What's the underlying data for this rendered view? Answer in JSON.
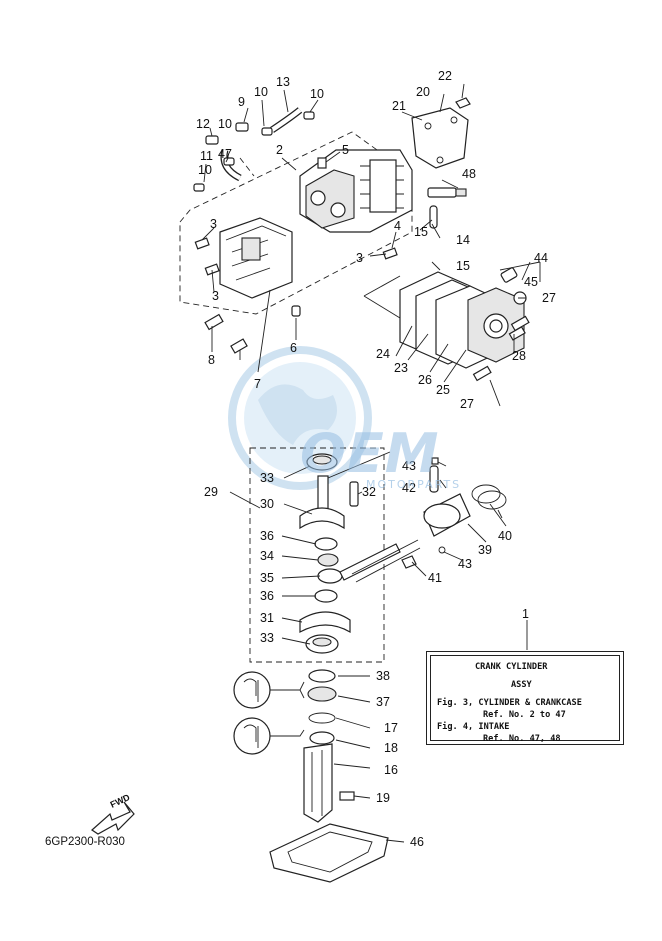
{
  "diagram": {
    "code": "6GP2300-R030",
    "fwd_label": "FWD",
    "watermark": {
      "main": "OEM",
      "sub": "MOTORPARTS"
    },
    "legend": {
      "ref_number": "1",
      "title": "CRANK CYLINDER",
      "subtitle": "ASSY",
      "line1": "Fig. 3, CYLINDER & CRANKCASE",
      "line2": "Ref. No. 2 to 47",
      "line3": "Fig. 4, INTAKE",
      "line4": "Ref. No. 47, 48"
    },
    "callouts": [
      "22",
      "20",
      "21",
      "13",
      "9",
      "10",
      "10",
      "12",
      "10",
      "11",
      "10",
      "47",
      "2",
      "5",
      "48",
      "3",
      "4",
      "15",
      "14",
      "15",
      "3",
      "3",
      "44",
      "45",
      "27",
      "8",
      "6",
      "7",
      "24",
      "23",
      "26",
      "25",
      "28",
      "27",
      "43",
      "42",
      "33",
      "32",
      "29",
      "30",
      "40",
      "36",
      "34",
      "39",
      "43",
      "41",
      "35",
      "36",
      "31",
      "33",
      "38",
      "37",
      "17",
      "18",
      "16",
      "19",
      "46"
    ]
  }
}
